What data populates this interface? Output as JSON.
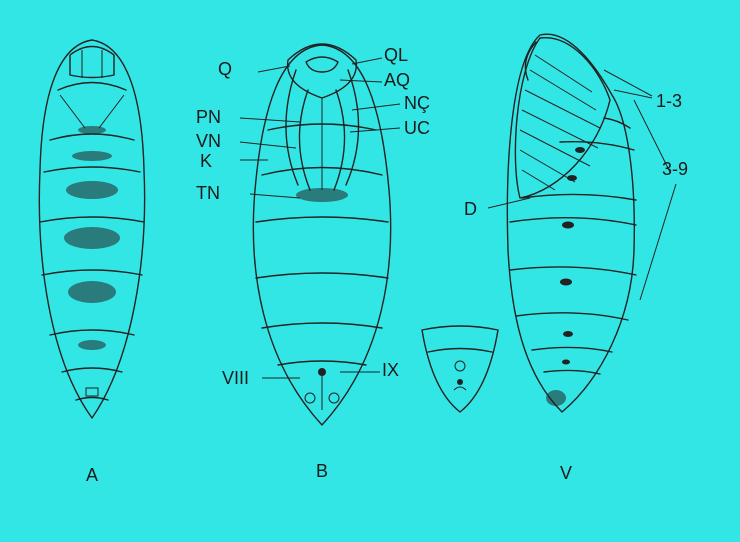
{
  "figures": {
    "a": {
      "caption": "A"
    },
    "b": {
      "caption": "B"
    },
    "v": {
      "caption": "V"
    }
  },
  "labels": {
    "q": "Q",
    "ql": "QL",
    "aq": "AQ",
    "pn": "PN",
    "nc": "NÇ",
    "vn": "VN",
    "uc": "UC",
    "k": "K",
    "tn": "TN",
    "viii": "VIII",
    "ix": "IX",
    "d": "D",
    "seg_1_3": "1-3",
    "seg_3_9": "3-9"
  },
  "colors": {
    "background": "#33e6e6",
    "ink": "#222222"
  }
}
